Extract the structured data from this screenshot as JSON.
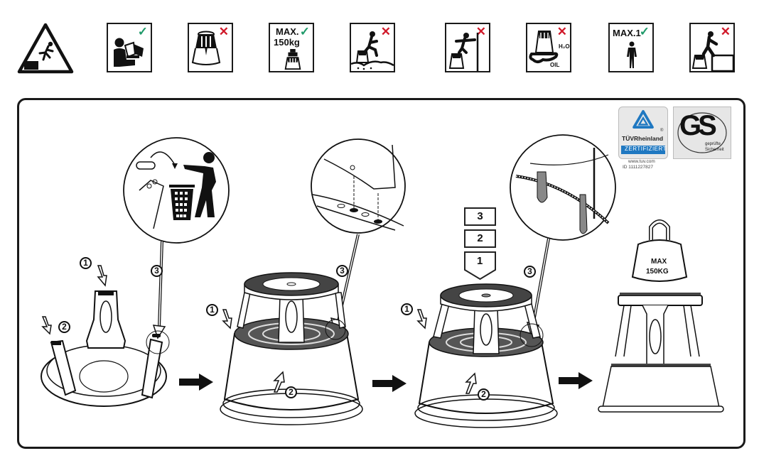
{
  "warning_row": {
    "items": [
      {
        "name": "fall-hazard-warning",
        "status": "warning"
      },
      {
        "name": "read-manual",
        "status": "allowed"
      },
      {
        "name": "do-not-use-damaged",
        "status": "forbidden"
      },
      {
        "name": "max-load",
        "status": "allowed",
        "label_line1": "MAX.",
        "label_line2": "150kg"
      },
      {
        "name": "no-uneven-ground",
        "status": "forbidden"
      },
      {
        "name": "no-overreaching",
        "status": "forbidden"
      },
      {
        "name": "no-slippery-surface",
        "status": "forbidden",
        "label_h2o": "H₂O",
        "label_oil": "OIL"
      },
      {
        "name": "max-one-person",
        "status": "allowed",
        "label": "MAX.1"
      },
      {
        "name": "no-stepping-sideways",
        "status": "forbidden"
      }
    ],
    "icons": {
      "allowed": "✓",
      "forbidden": "✕"
    },
    "colors": {
      "allowed": "#1f9a6a",
      "forbidden": "#d0192a"
    }
  },
  "certification": {
    "tuv": {
      "brand": "TÜVRheinland",
      "registered": "®",
      "banner": "ZERTIFIZIERT",
      "url": "www.tuv.com",
      "id": "ID 1111227827",
      "color": "#1f78c1"
    },
    "gs": {
      "logo": "GS",
      "caption_line1": "geprüfte",
      "caption_line2": "Sicherheit"
    }
  },
  "assembly": {
    "step_markers": [
      "1",
      "2",
      "3"
    ],
    "stack_order": [
      "3",
      "2",
      "1"
    ],
    "weight": {
      "line1": "MAX",
      "line2": "150KG"
    }
  }
}
